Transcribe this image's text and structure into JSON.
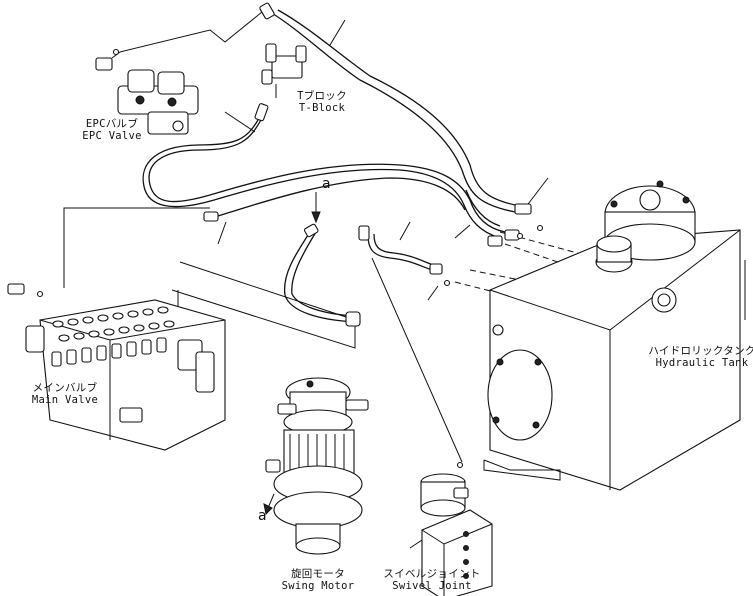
{
  "components": {
    "epc_valve": {
      "label_jp": "EPCバルブ",
      "label_en": "EPC Valve"
    },
    "t_block": {
      "label_jp": "Tブロック",
      "label_en": "T-Block"
    },
    "hydraulic_tank": {
      "label_jp": "ハイドロリックタンク",
      "label_en": "Hydraulic Tank"
    },
    "main_valve": {
      "label_jp": "メインバルブ",
      "label_en": "Main Valve"
    },
    "swing_motor": {
      "label_jp": "旋回モータ",
      "label_en": "Swing Motor"
    },
    "swivel_joint": {
      "label_jp": "スイベルジョイント",
      "label_en": "Swivel Joint"
    }
  },
  "connection_markers": {
    "top": "a",
    "bottom": "a"
  }
}
